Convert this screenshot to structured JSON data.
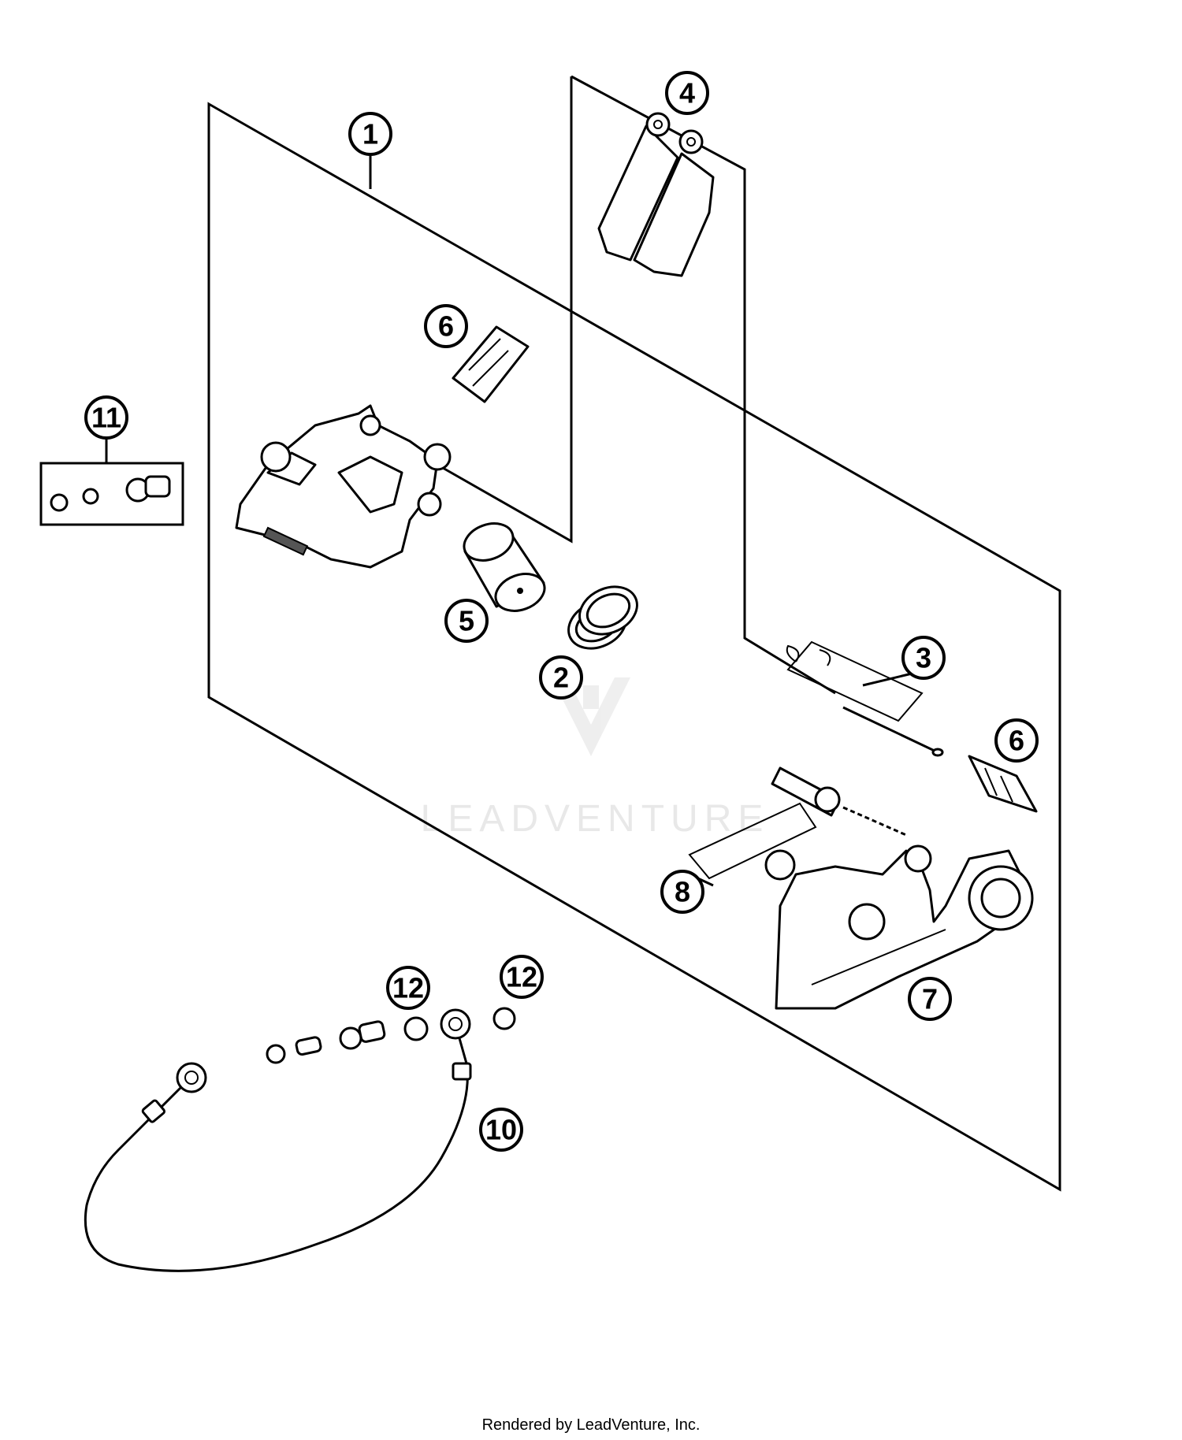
{
  "callouts": [
    {
      "id": "1",
      "label": "1"
    },
    {
      "id": "2",
      "label": "2"
    },
    {
      "id": "3",
      "label": "3"
    },
    {
      "id": "4",
      "label": "4"
    },
    {
      "id": "5",
      "label": "5"
    },
    {
      "id": "6a",
      "label": "6"
    },
    {
      "id": "6b",
      "label": "6"
    },
    {
      "id": "7",
      "label": "7"
    },
    {
      "id": "8",
      "label": "8"
    },
    {
      "id": "10",
      "label": "10"
    },
    {
      "id": "11",
      "label": "11"
    },
    {
      "id": "12a",
      "label": "12"
    },
    {
      "id": "12b",
      "label": "12"
    }
  ],
  "watermark": {
    "text": "LEADVENTURE"
  },
  "footer": {
    "text": "Rendered by LeadVenture, Inc."
  }
}
